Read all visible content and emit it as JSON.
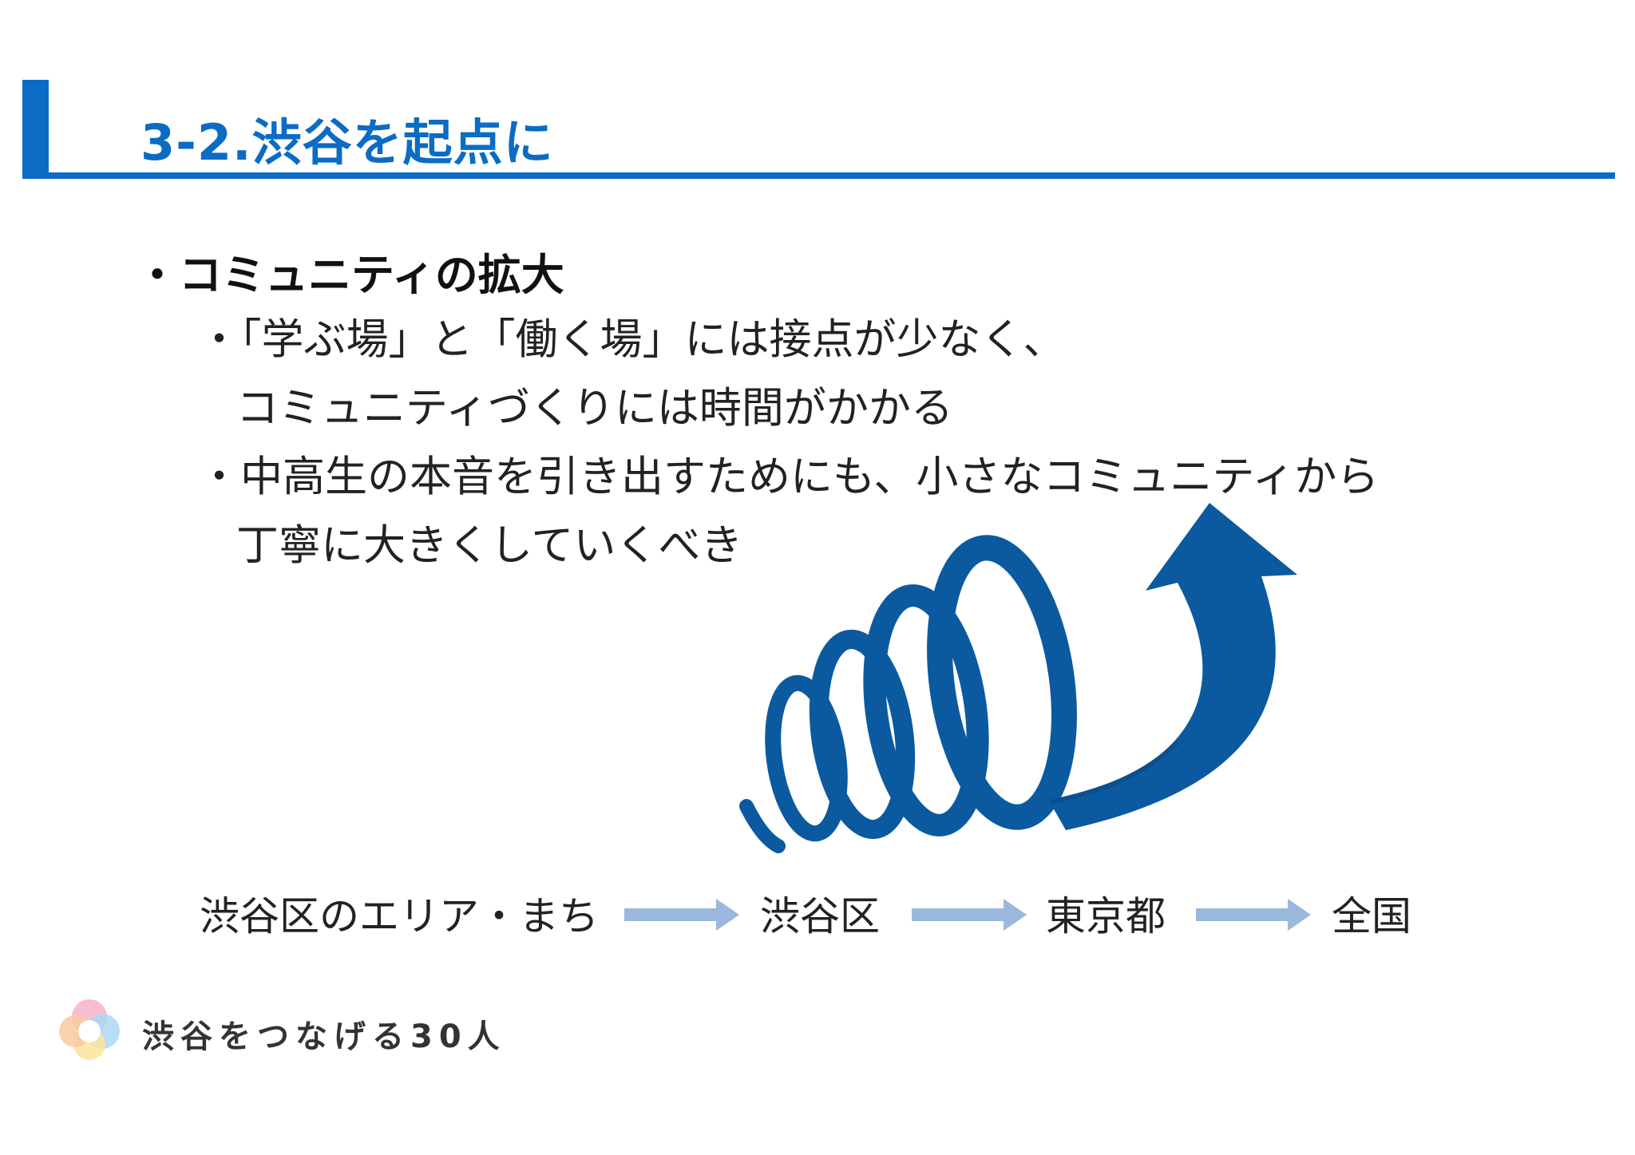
{
  "slide": {
    "title": "3-2.渋谷を起点に",
    "accent_color": "#0a6cc4"
  },
  "content": {
    "main_bullet": "・コミュニティの拡大",
    "sub_bullets": [
      "・「学ぶ場」と「働く場」には接点が少なく、",
      "コミュニティづくりには時間がかかる",
      "・中高生の本音を引き出すためにも、小さなコミュニティから",
      "丁寧に大きくしていくべき"
    ]
  },
  "graphic": {
    "icon": "spiral-growth-arrow-icon",
    "color": "#0b5aa0"
  },
  "flow": {
    "steps": [
      "渋谷区のエリア・まち",
      "渋谷区",
      "東京都",
      "全国"
    ],
    "arrow_color": "#9ab8dc"
  },
  "footer": {
    "logo_icon": "flower-logo-icon",
    "logo_text": "渋谷をつなげる30人"
  }
}
